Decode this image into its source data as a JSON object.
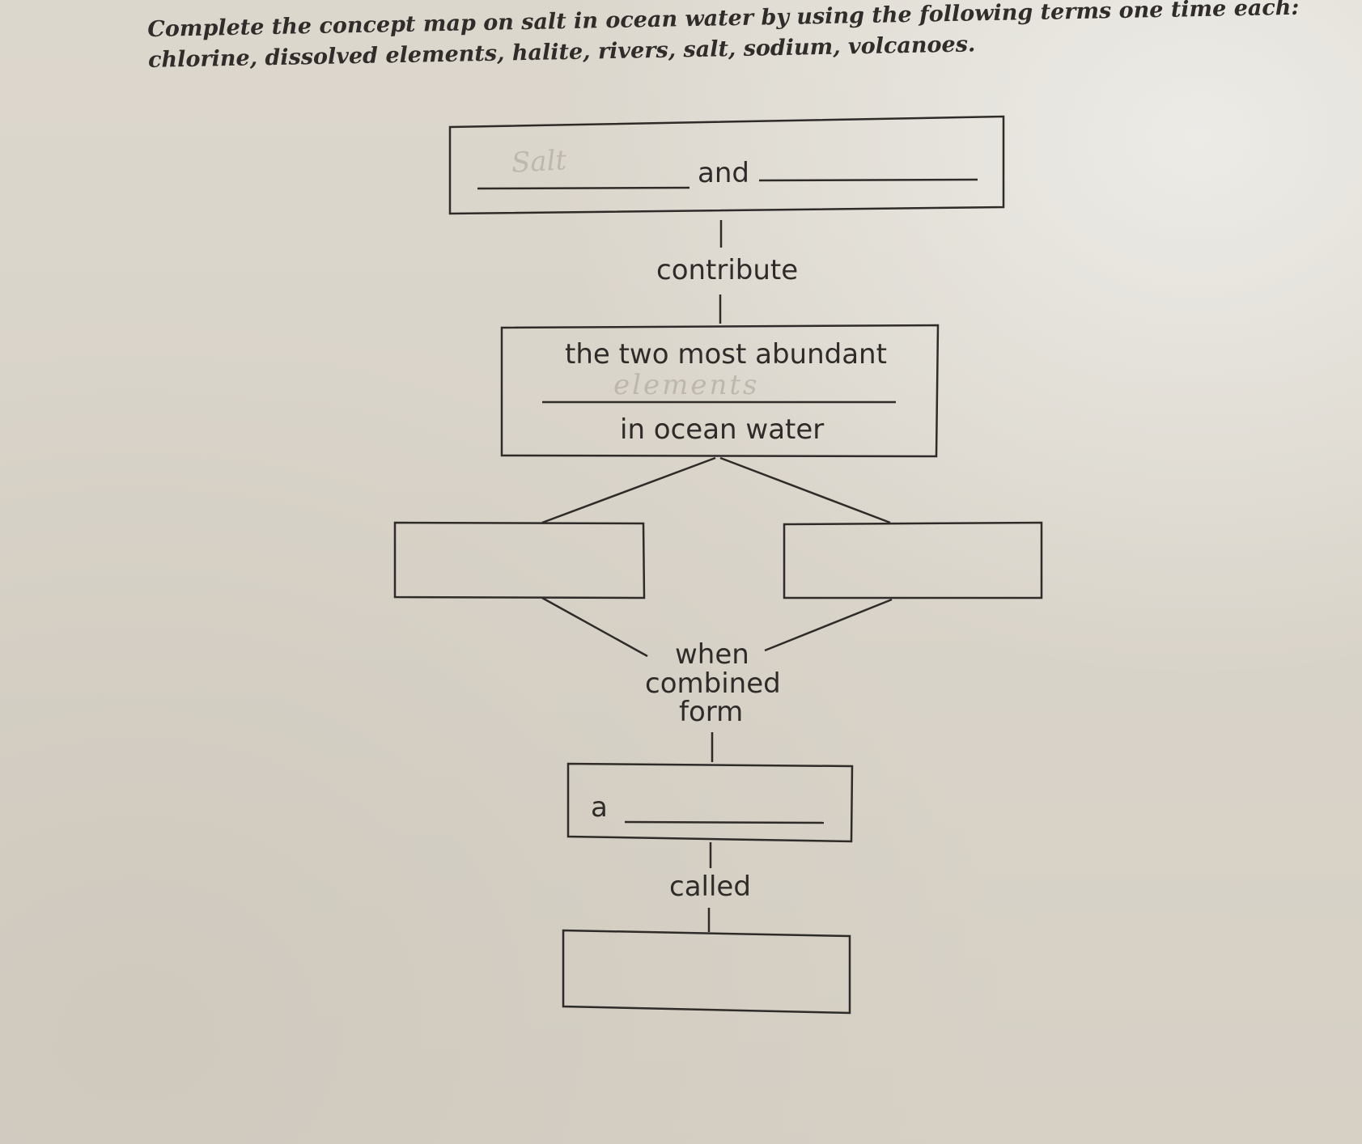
{
  "instructions": "Complete the concept map on salt in ocean water by using the following terms one time each: chlorine, dissolved elements, halite, rivers, salt, sodium, volcanoes.",
  "map": {
    "and": "and",
    "contribute": "contribute",
    "abundant": "the two most abundant",
    "in_ocean_water": "in ocean water",
    "when_combined_form": {
      "line1": "when",
      "line2": "combined",
      "line3": "form"
    },
    "a": "a",
    "called": "called"
  },
  "handwriting": {
    "blank1": "Salt",
    "blank_elements": "elements"
  },
  "colors": {
    "ink": "#2f2b29",
    "paper": "#d9d4ca",
    "pencil": "#b4ada4"
  }
}
